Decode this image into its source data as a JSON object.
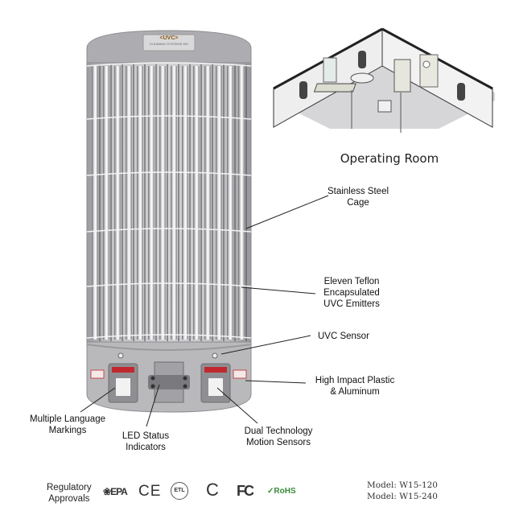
{
  "device": {
    "brand_logo": "<UVC>",
    "brand_subtitle": "CLEANING SYSTEMS INC",
    "color_body": "#b8b8bb",
    "color_header": "#a9a9ad",
    "color_accent_red": "#c0282d",
    "color_logo_text": "#8a5a1a"
  },
  "inset": {
    "caption": "Operating Room"
  },
  "callouts": [
    {
      "id": "cage",
      "lines": [
        "Stainless Steel",
        "Cage"
      ]
    },
    {
      "id": "emitters",
      "lines": [
        "Eleven Teflon",
        "Encapsulated",
        "UVC Emitters"
      ]
    },
    {
      "id": "uvc-sensor",
      "lines": [
        "UVC Sensor"
      ]
    },
    {
      "id": "housing",
      "lines": [
        "High Impact Plastic",
        "& Aluminum"
      ]
    },
    {
      "id": "language",
      "lines": [
        "Multiple Language",
        "Markings"
      ]
    },
    {
      "id": "led",
      "lines": [
        "LED Status",
        "Indicators"
      ]
    },
    {
      "id": "motion",
      "lines": [
        "Dual Technology",
        "Motion Sensors"
      ]
    }
  ],
  "regulatory": {
    "label_lines": [
      "Regulatory",
      "Approvals"
    ],
    "logos": [
      {
        "name": "epa",
        "text": "EPA"
      },
      {
        "name": "ce",
        "text": "CE"
      },
      {
        "name": "etl",
        "text": "ETL"
      },
      {
        "name": "cul",
        "text": "C"
      },
      {
        "name": "fcc",
        "text": "FC"
      },
      {
        "name": "rohs",
        "text": "RoHS",
        "color": "#3a8a3a"
      }
    ]
  },
  "models": [
    "Model: W15-120",
    "Model: W15-240"
  ]
}
